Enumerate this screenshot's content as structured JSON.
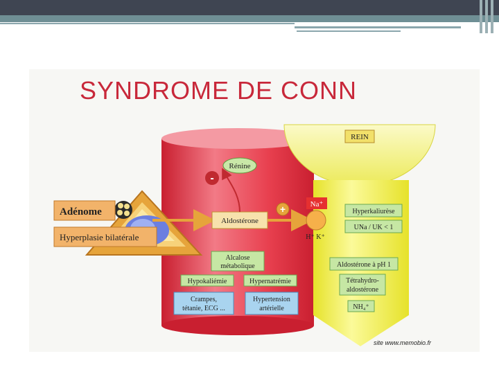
{
  "title": "SYNDROME DE CONN",
  "kidney": {
    "label": "REIN",
    "sodium": "Na⁺",
    "exchange": "H⁺ K⁺"
  },
  "adrenal": {
    "adenome": "Adénome",
    "hyperplasie": "Hyperplasie bilatérale"
  },
  "hormones": {
    "renine": "Rénine",
    "aldosterone": "Aldostérone"
  },
  "signs": {
    "minus": "-",
    "plus": "+"
  },
  "effects": {
    "alcalose": [
      "Alcalose",
      "métabolique"
    ],
    "hypokaliemie": "Hypokaliémie",
    "hypernatremie": "Hypernatrémie",
    "crampes": [
      "Crampes,",
      "tétanie, ECG ..."
    ],
    "hypertension": [
      "Hypertension",
      "artérielle"
    ]
  },
  "renal_effects": {
    "hyperkaliurese": "Hyperkaliurèse",
    "ratio": "UNa / UK < 1",
    "aldo_ph": "Aldostérone à pH 1",
    "tetrahydro": [
      "Tétrahydro-",
      "aldostérone"
    ],
    "nh4": "NH₄⁺"
  },
  "source": "site www.memobio.fr",
  "colors": {
    "red": "#e8404f",
    "yellow": "#f4f03a",
    "green": "#b8dc8a",
    "blue": "#a9d4ef",
    "orange": "#e6a43b",
    "title": "#c8283a"
  }
}
